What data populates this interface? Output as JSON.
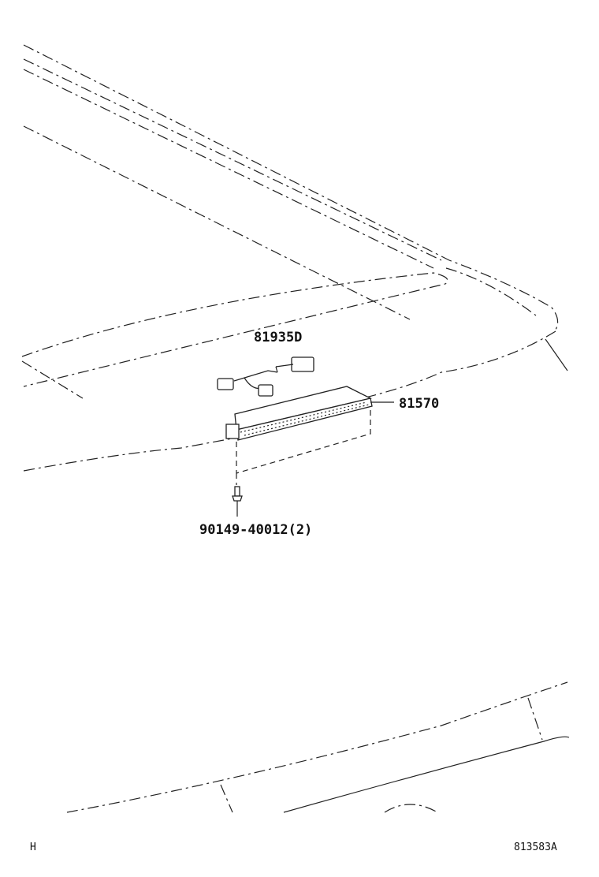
{
  "parts": {
    "harness": "81935D",
    "stop_lamp": "81570",
    "screw": "90149-40012(2)"
  },
  "footer": {
    "left_mark": "H",
    "code": "813583A"
  }
}
